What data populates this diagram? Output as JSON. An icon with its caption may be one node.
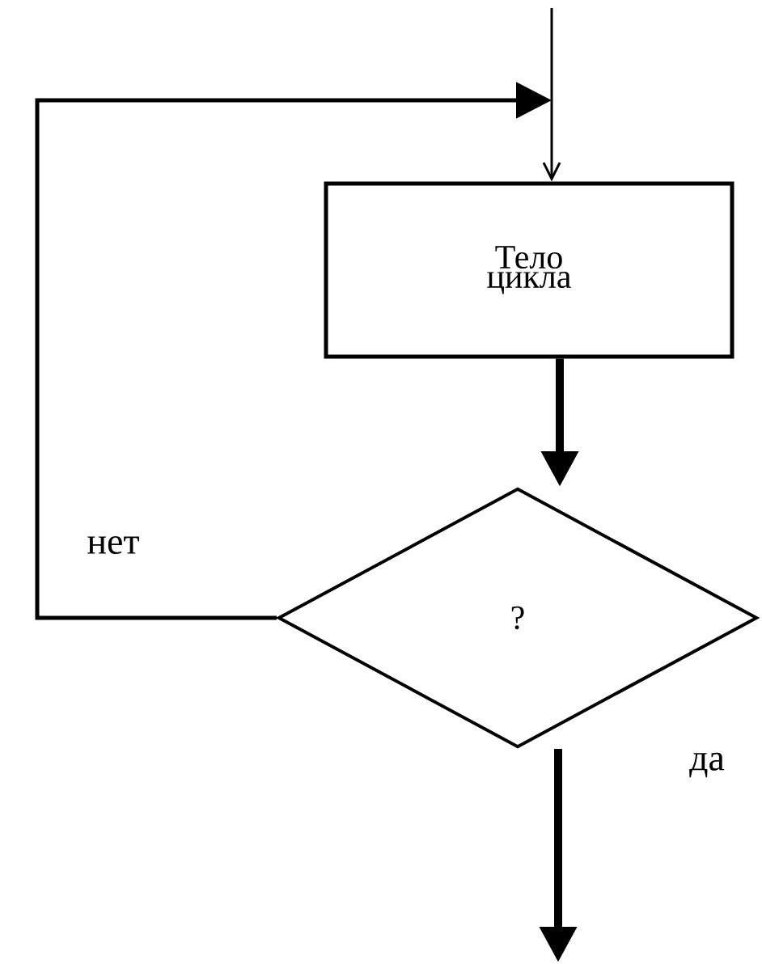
{
  "diagram": {
    "nodes": [
      {
        "text": [
          "Тело цикла"
        ]
      },
      {
        "text": [
          "?"
        ]
      }
    ],
    "edges": [
      {
        "from": null,
        "to": 0,
        "arrow": "to"
      },
      {
        "from": 0,
        "to": 1,
        "arrow": "to",
        "style": "thick"
      },
      {
        "from": 1,
        "to": 0,
        "arrow": "to",
        "label": "нет"
      },
      {
        "from": 1,
        "to": null,
        "arrow": "to",
        "style": "thick",
        "label": "да"
      }
    ]
  }
}
